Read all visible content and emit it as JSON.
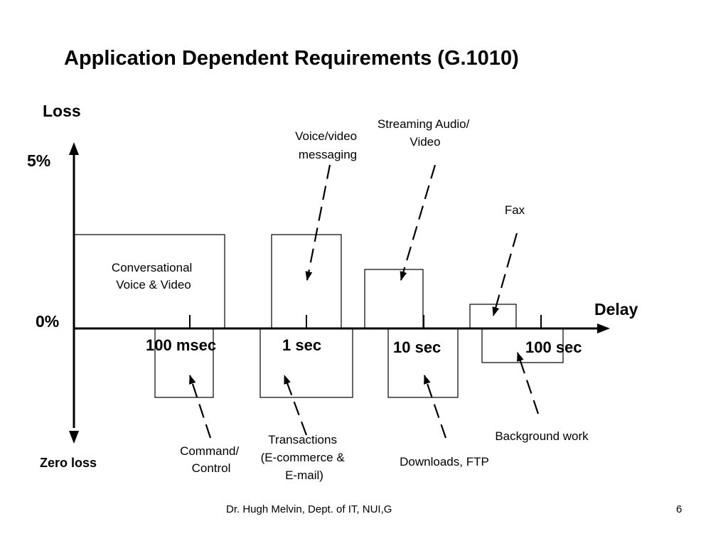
{
  "slide": {
    "title": "Application Dependent Requirements (G.1010)",
    "footer_author": "Dr. Hugh Melvin, Dept. of IT, NUI,G",
    "page_number": "6"
  },
  "diagram": {
    "y_axis": {
      "label": "Loss",
      "top_value": "5%",
      "zero_value": "0%",
      "bottom_label": "Zero loss"
    },
    "x_axis": {
      "label": "Delay",
      "ticks": [
        "100 msec",
        "1 sec",
        "10 sec",
        "100 sec"
      ]
    },
    "loss_tolerant_apps": {
      "conversational": [
        "Conversational",
        "Voice & Video"
      ],
      "voice_video_messaging": [
        "Voice/video",
        "messaging"
      ],
      "streaming": [
        "Streaming Audio/",
        "Video"
      ],
      "fax": [
        "Fax"
      ]
    },
    "zero_loss_apps": {
      "command_control": [
        "Command/",
        "Control"
      ],
      "transactions": [
        "Transactions",
        "(E-commerce &",
        "E-mail)"
      ],
      "downloads": [
        "Downloads, FTP"
      ],
      "background": [
        "Background work"
      ]
    }
  }
}
